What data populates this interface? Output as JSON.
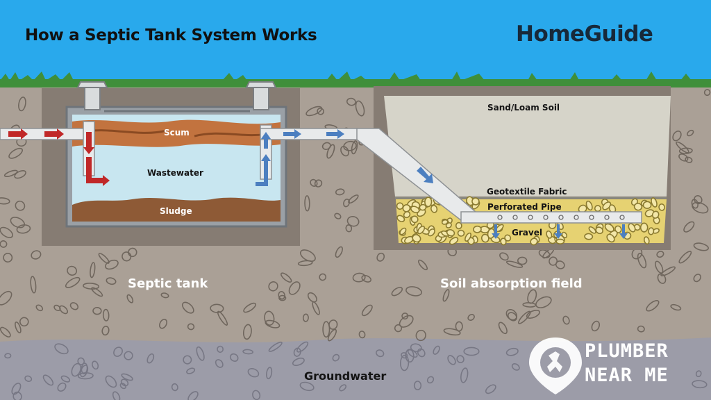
{
  "header": {
    "title": "How a Septic Tank System Works",
    "brand": "HomeGuide"
  },
  "tank": {
    "scum": "Scum",
    "wastewater": "Wastewater",
    "sludge": "Sludge",
    "caption": "Septic tank"
  },
  "field": {
    "soil": "Sand/Loam Soil",
    "fabric": "Geotextile Fabric",
    "pipe": "Perforated Pipe",
    "gravel": "Gravel",
    "caption": "Soil absorption field"
  },
  "groundwater": "Groundwater",
  "watermark": {
    "line1": "PLUMBER",
    "line2": "NEAR ME"
  },
  "colors": {
    "sky": "#29a9ec",
    "grass": "#3f8f3a",
    "soil": "#aaa096",
    "groundwater": "#9c9ca8",
    "wastewater": "#c8e6f0",
    "scum": "#c2733f",
    "sludge": "#8e5a36",
    "gravel": "#e6d272",
    "inflow_arrow": "#c02828",
    "outflow_arrow": "#4c7fc0"
  }
}
